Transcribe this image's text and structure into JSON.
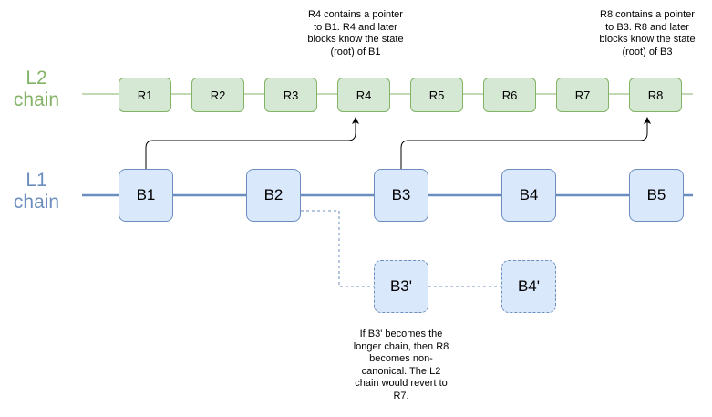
{
  "labels": {
    "l2_line1": "L2",
    "l2_line2": "chain",
    "l1_line1": "L1",
    "l1_line2": "chain"
  },
  "l2_blocks": [
    "R1",
    "R2",
    "R3",
    "R4",
    "R5",
    "R6",
    "R7",
    "R8"
  ],
  "l1_blocks": [
    "B1",
    "B2",
    "B3",
    "B4",
    "B5"
  ],
  "fork_blocks": [
    "B3'",
    "B4'"
  ],
  "notes": {
    "r4": [
      "R4 contains a pointer",
      "to B1. R4 and later",
      "blocks know the state",
      "(root) of B1"
    ],
    "r8": [
      "R8 contains a pointer",
      "to B3. R8 and later",
      "blocks know the state",
      "(root) of B3"
    ],
    "fork": [
      "If B3' becomes the",
      "longer chain, then R8",
      "becomes non-",
      "canonical. The L2",
      "chain would revert to",
      "R7."
    ]
  },
  "colors": {
    "l2_fill": "#d5e8d4",
    "l2_stroke": "#82b366",
    "l1_fill": "#dae8fc",
    "l1_stroke": "#6c8ebf",
    "arrow": "#000000"
  }
}
